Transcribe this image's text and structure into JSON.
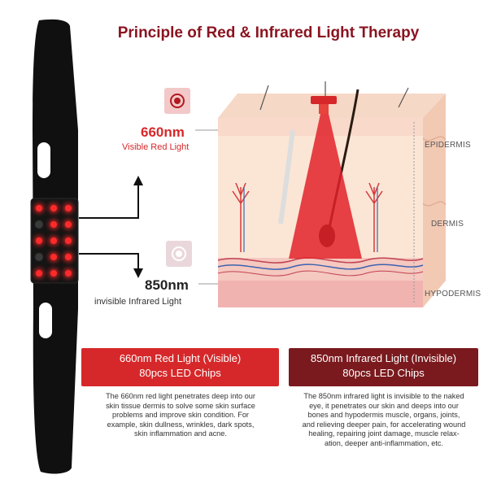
{
  "title": "Principle of Red & Infrared Light Therapy",
  "red": {
    "wavelength": "660nm",
    "label": "Visible Red Light",
    "box_line1": "660nm Red Light (Visible)",
    "box_line2": "80pcs LED Chips",
    "description": [
      "The 660nm red light penetrates deep into our",
      "skin tissue dermis to solve some skin surface",
      "problems and improve skin condition. For",
      "example, skin dullness, wrinkles, dark spots,",
      "skin inflammation and acne."
    ],
    "color": "#d6282a"
  },
  "infrared": {
    "wavelength": "850nm",
    "label": "invisible Infrared Light",
    "box_line1": "850nm Infrared Light (Invisible)",
    "box_line2": "80pcs LED Chips",
    "description": [
      "The 850nm infrared light is invisible to the naked",
      "eye, it penetrates our skin and deeps into our",
      "bones and hypodermis muscle, organs, joints,",
      "and relieving deeper pain, for accelerating wound",
      "healing, repairing joint damage, muscle relax-",
      "ation, deeper anti-inflammation, etc."
    ],
    "color": "#7a1a1e"
  },
  "skin_layers": [
    "EPIDERMIS",
    "DERMIS",
    "HYPODERMIS"
  ],
  "icons": [
    "led-chip-red-icon",
    "led-chip-infrared-icon",
    "arrow-up-icon",
    "arrow-down-icon"
  ]
}
